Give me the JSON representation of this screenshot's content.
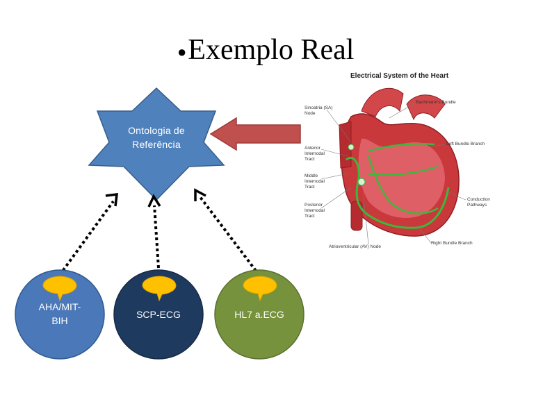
{
  "title": {
    "bullet": "●",
    "text": "Exemplo Real"
  },
  "central_node": {
    "label_line1": "Ontologia  de",
    "label_line2": "Referência"
  },
  "sources": [
    {
      "label_line1": "AHA/MIT-",
      "label_line2": "BIH",
      "color": "#4a78b8"
    },
    {
      "label_line1": "SCP-ECG",
      "label_line2": "",
      "color": "#1f3a5f"
    },
    {
      "label_line1": "HL7 a.ECG",
      "label_line2": "",
      "color": "#76923c"
    }
  ],
  "colors": {
    "star": "#4f81bd",
    "star_border": "#385d8a",
    "arrow": "#c0504d",
    "callout": "#ffc000"
  },
  "heart_figure": {
    "title": "Electrical System of the Heart",
    "labels": {
      "sa_node_1": "Sinoatria (SA)",
      "sa_node_2": "Node",
      "anterior_1": "Anterior",
      "anterior_2": "Internodal",
      "anterior_3": "Tract",
      "middle_1": "Middle",
      "middle_2": "Internodal",
      "middle_3": "Tract",
      "posterior_1": "Posterior",
      "posterior_2": "Internodal",
      "posterior_3": "Tract",
      "bachmann": "Bachmann's Bundle",
      "left_bundle": "Left Bundle Branch",
      "conduction_1": "Conduction",
      "conduction_2": "Pathways",
      "right_bundle": "Right Bundle Branch",
      "av_node": "Atrioventricular (AV) Node"
    }
  }
}
